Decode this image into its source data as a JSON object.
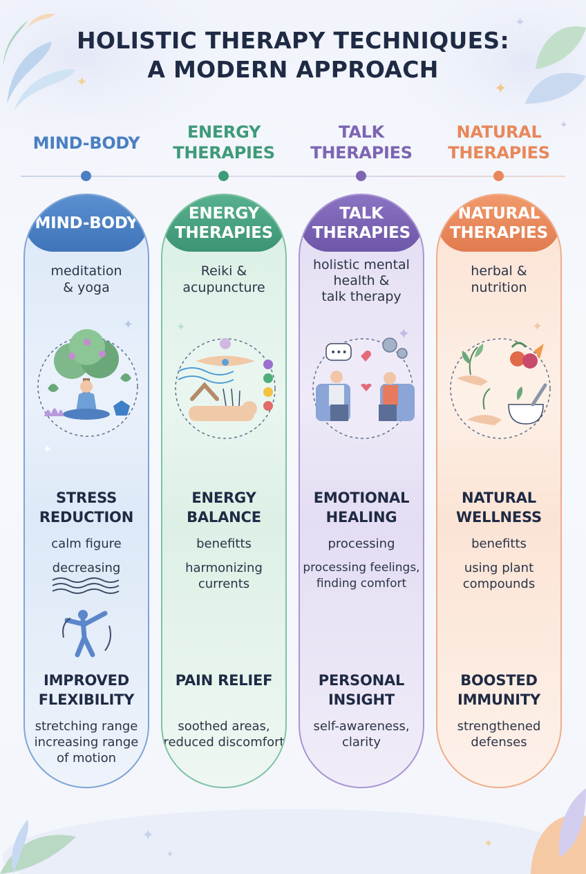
{
  "title": {
    "line1": "HOLISTIC THERAPY TECHNIQUES:",
    "line2": "A MODERN APPROACH"
  },
  "columns": [
    {
      "top_label": [
        "MIND-BODY"
      ],
      "pill_label": [
        "MIND-BODY"
      ],
      "subtitle": [
        "meditation",
        "& yoga"
      ],
      "benefit1": [
        "STRESS",
        "REDUCTION"
      ],
      "desc1": [
        "calm figure"
      ],
      "desc1b": [
        "decreasing"
      ],
      "benefit2": [
        "IMPROVED",
        "FLEXIBILITY"
      ],
      "desc2": [
        "stretching range",
        "increasing range",
        "of motion"
      ],
      "color": "#4a7fc1",
      "icon": "tree-meditation-icon"
    },
    {
      "top_label": [
        "ENERGY",
        "THERAPIES"
      ],
      "pill_label": [
        "ENERGY",
        "THERAPIES"
      ],
      "subtitle": [
        "Reiki &",
        "acupuncture"
      ],
      "benefit1": [
        "ENERGY",
        "BALANCE"
      ],
      "desc1": [
        "benefitts"
      ],
      "desc1b": [
        "harmonizing",
        "currents"
      ],
      "benefit2": [
        "PAIN RELIEF"
      ],
      "desc2": [
        "soothed areas,",
        "reduced discomfort"
      ],
      "color": "#3f9a7a",
      "icon": "reiki-acupuncture-icon"
    },
    {
      "top_label": [
        "TALK",
        "THERAPIES"
      ],
      "pill_label": [
        "TALK",
        "THERAPIES"
      ],
      "subtitle": [
        "holistic mental",
        "health &",
        "talk therapy"
      ],
      "benefit1": [
        "EMOTIONAL",
        "HEALING"
      ],
      "desc1": [
        "processing"
      ],
      "desc1b": [
        "processing feelings,",
        "finding comfort"
      ],
      "benefit2": [
        "PERSONAL",
        "INSIGHT"
      ],
      "desc2": [
        "self-awareness,",
        "clarity"
      ],
      "color": "#7d65b3",
      "icon": "counseling-session-icon"
    },
    {
      "top_label": [
        "NATURAL",
        "THERAPIES"
      ],
      "pill_label": [
        "NATURAL",
        "THERAPIES"
      ],
      "subtitle": [
        "herbal &",
        "nutrition"
      ],
      "benefit1": [
        "NATURAL",
        "WELLNESS"
      ],
      "desc1": [
        "benefitts"
      ],
      "desc1b": [
        "using plant",
        "compounds"
      ],
      "benefit2": [
        "BOOSTED",
        "IMMUNITY"
      ],
      "desc2": [
        "strengthened",
        "defenses"
      ],
      "color": "#e8875a",
      "icon": "herbs-mortar-icon"
    }
  ]
}
